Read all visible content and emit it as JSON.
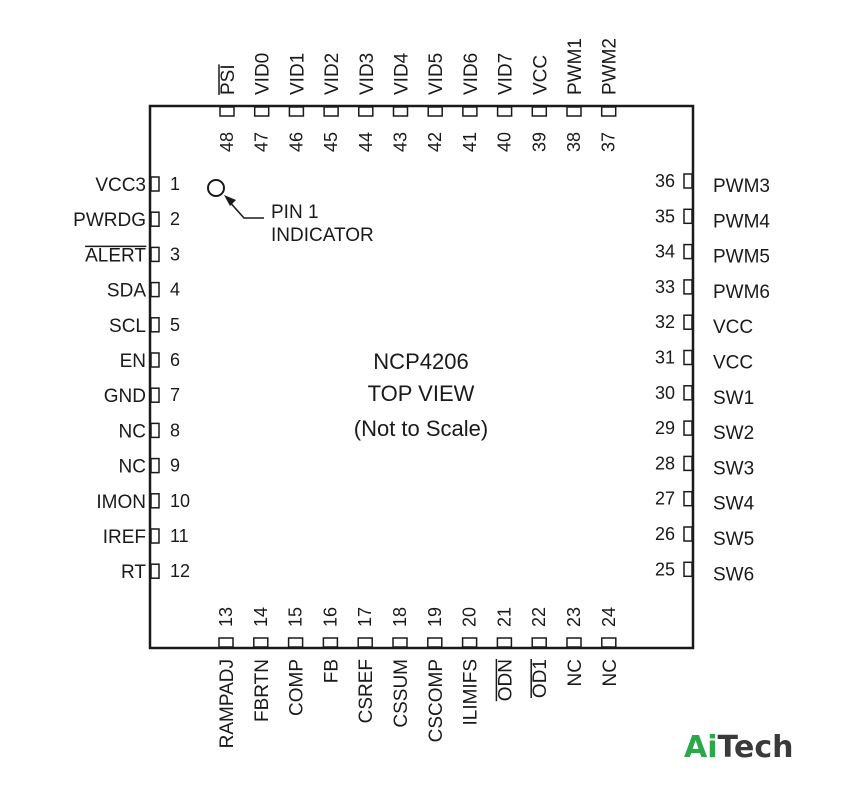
{
  "chip": {
    "name": "NCP4206",
    "view": "TOP VIEW",
    "scale_note": "(Not to Scale)",
    "pin1_indicator": [
      "PIN 1",
      "INDICATOR"
    ]
  },
  "pins_left": [
    {
      "num": "1",
      "label": "VCC3"
    },
    {
      "num": "2",
      "label": "PWRDG"
    },
    {
      "num": "3",
      "label": "ALERT",
      "overbar": true
    },
    {
      "num": "4",
      "label": "SDA"
    },
    {
      "num": "5",
      "label": "SCL"
    },
    {
      "num": "6",
      "label": "EN"
    },
    {
      "num": "7",
      "label": "GND"
    },
    {
      "num": "8",
      "label": "NC"
    },
    {
      "num": "9",
      "label": "NC"
    },
    {
      "num": "10",
      "label": "IMON"
    },
    {
      "num": "11",
      "label": "IREF"
    },
    {
      "num": "12",
      "label": "RT"
    }
  ],
  "pins_bottom": [
    {
      "num": "13",
      "label": "RAMPADJ"
    },
    {
      "num": "14",
      "label": "FBRTN"
    },
    {
      "num": "15",
      "label": "COMP"
    },
    {
      "num": "16",
      "label": "FB"
    },
    {
      "num": "17",
      "label": "CSREF"
    },
    {
      "num": "18",
      "label": "CSSUM"
    },
    {
      "num": "19",
      "label": "CSCOMP"
    },
    {
      "num": "20",
      "label": "ILIMIFS"
    },
    {
      "num": "21",
      "label": "ODN",
      "overbar": true
    },
    {
      "num": "22",
      "label": "OD1",
      "overbar": true
    },
    {
      "num": "23",
      "label": "NC"
    },
    {
      "num": "24",
      "label": "NC"
    }
  ],
  "pins_right": [
    {
      "num": "36",
      "label": "PWM3"
    },
    {
      "num": "35",
      "label": "PWM4"
    },
    {
      "num": "34",
      "label": "PWM5"
    },
    {
      "num": "33",
      "label": "PWM6"
    },
    {
      "num": "32",
      "label": "VCC"
    },
    {
      "num": "31",
      "label": "VCC"
    },
    {
      "num": "30",
      "label": "SW1"
    },
    {
      "num": "29",
      "label": "SW2"
    },
    {
      "num": "28",
      "label": "SW3"
    },
    {
      "num": "27",
      "label": "SW4"
    },
    {
      "num": "26",
      "label": "SW5"
    },
    {
      "num": "25",
      "label": "SW6"
    }
  ],
  "pins_top": [
    {
      "num": "48",
      "label": "PSI",
      "overbar": true
    },
    {
      "num": "47",
      "label": "VID0"
    },
    {
      "num": "46",
      "label": "VID1"
    },
    {
      "num": "45",
      "label": "VID2"
    },
    {
      "num": "44",
      "label": "VID3"
    },
    {
      "num": "43",
      "label": "VID4"
    },
    {
      "num": "42",
      "label": "VID5"
    },
    {
      "num": "41",
      "label": "VID6"
    },
    {
      "num": "40",
      "label": "VID7"
    },
    {
      "num": "39",
      "label": "VCC"
    },
    {
      "num": "38",
      "label": "PWM1"
    },
    {
      "num": "37",
      "label": "PWM2"
    }
  ],
  "watermark": {
    "part1": "Ai",
    "part2": "Tech"
  },
  "colors": {
    "line": "#1a1a1a",
    "watermark_green": "#2aa84a",
    "watermark_gray": "#3a3a3a"
  }
}
